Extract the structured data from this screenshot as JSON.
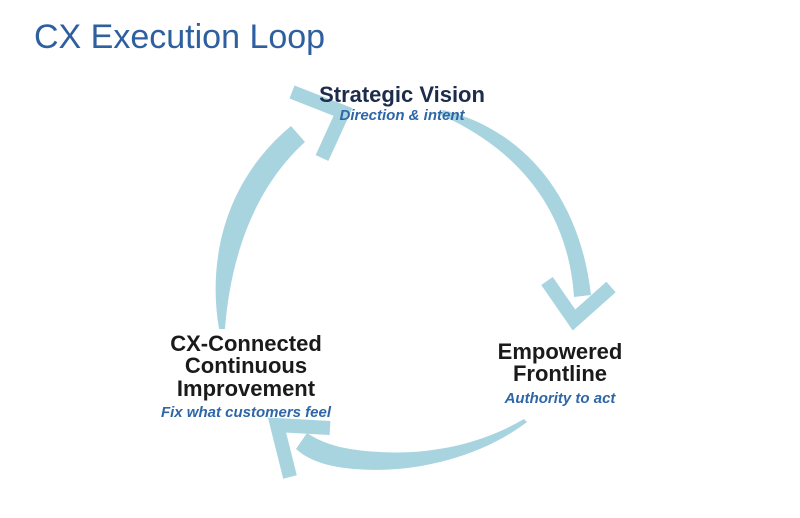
{
  "title": "CX Execution Loop",
  "colors": {
    "title_text": "#2e5f9e",
    "arrow": "#a8d4e0",
    "node_title_primary": "#1e2c4c",
    "node_title_dark": "#1a1a1a",
    "subtitle_text": "#2e66a7"
  },
  "nodes": [
    {
      "id": "strategic-vision",
      "title": "Strategic Vision",
      "subtitle": "Direction & intent"
    },
    {
      "id": "empowered-frontline",
      "title": "Empowered Frontline",
      "subtitle": "Authority to act"
    },
    {
      "id": "cx-connected-continuous-improvement",
      "title": "CX-Connected Continuous Improvement",
      "subtitle": "Fix what customers feel"
    }
  ],
  "flow": [
    "Strategic Vision -> Empowered Frontline",
    "Empowered Frontline -> CX-Connected Continuous Improvement",
    "CX-Connected Continuous Improvement -> Strategic Vision"
  ]
}
